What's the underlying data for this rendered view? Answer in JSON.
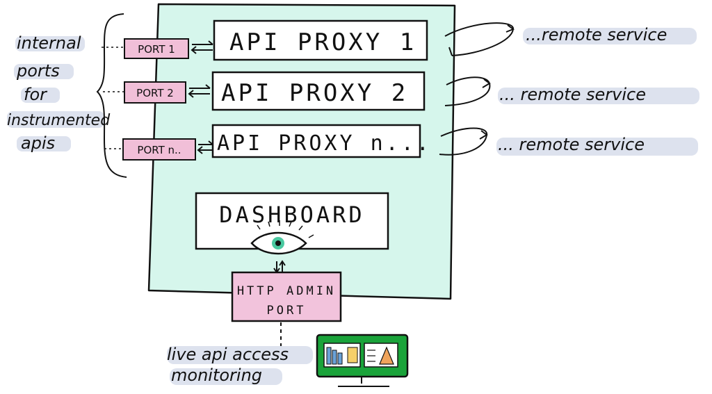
{
  "left_note": {
    "lines": [
      "internal",
      "ports",
      "for",
      "instrumented",
      "apis"
    ]
  },
  "ports": [
    {
      "label": "PORT 1"
    },
    {
      "label": "PORT 2"
    },
    {
      "label": "PORT n.."
    }
  ],
  "proxies": [
    {
      "label": "API PROXY 1"
    },
    {
      "label": "API PROXY 2"
    },
    {
      "label": "API PROXY n..."
    }
  ],
  "remotes": [
    {
      "label": "...remote service"
    },
    {
      "label": "... remote service"
    },
    {
      "label": "... remote service"
    }
  ],
  "dashboard": {
    "label": "DASHBOARD"
  },
  "admin_port": {
    "line1": "HTTP ADMIN",
    "line2": "PORT"
  },
  "monitoring_note": {
    "line1": "live api access",
    "line2": "monitoring"
  },
  "colors": {
    "container_fill": "#d6f6ec",
    "port_fill": "#f1bfd8",
    "admin_fill": "#f2c3dc",
    "highlight": "#dde2ee",
    "monitor_green": "#1aa33a",
    "eye_iris": "#49c9a0"
  }
}
